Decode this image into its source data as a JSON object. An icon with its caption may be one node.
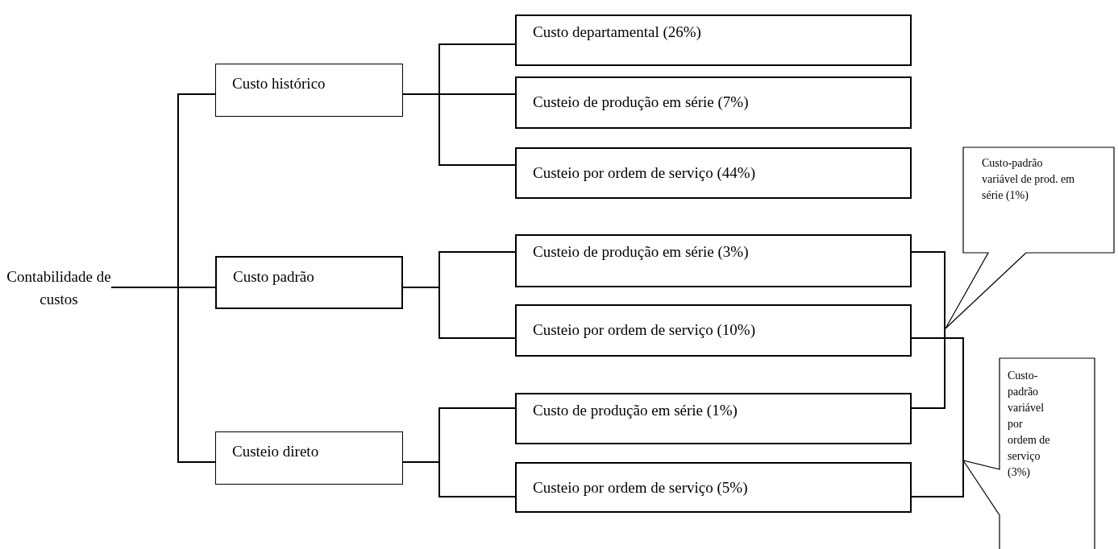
{
  "diagram": {
    "nodes": [
      {
        "text": [
          "Contabilidade de custos"
        ]
      },
      {
        "text": [
          "Custo histórico"
        ]
      },
      {
        "text": [
          "Custo padrão"
        ]
      },
      {
        "text": [
          "Custeio direto"
        ]
      },
      {
        "text": [
          "Custo departamental (26%)"
        ]
      },
      {
        "text": [
          "Custeio de produção em série (7%)"
        ]
      },
      {
        "text": [
          "Custeio por ordem de serviço (44%)"
        ]
      },
      {
        "text": [
          "Custeio de produção em série (3%)"
        ]
      },
      {
        "text": [
          "Custeio por ordem de serviço (10%)"
        ]
      },
      {
        "text": [
          "Custo de produção em série (1%)"
        ]
      },
      {
        "text": [
          "Custeio por ordem de serviço (5%)"
        ]
      },
      {
        "text": [
          "Custo-padrão variável de prod. em série (1%)"
        ]
      },
      {
        "text": [
          "Custo-padrão variável por ordem de serviço (3%)"
        ]
      }
    ],
    "edges": [
      {
        "from": 0,
        "to": 1,
        "arrow": "none"
      },
      {
        "from": 0,
        "to": 2,
        "arrow": "none"
      },
      {
        "from": 0,
        "to": 3,
        "arrow": "none"
      },
      {
        "from": 1,
        "to": 4,
        "arrow": "none"
      },
      {
        "from": 1,
        "to": 5,
        "arrow": "none"
      },
      {
        "from": 1,
        "to": 6,
        "arrow": "none"
      },
      {
        "from": 2,
        "to": 7,
        "arrow": "none"
      },
      {
        "from": 2,
        "to": 8,
        "arrow": "none"
      },
      {
        "from": 3,
        "to": 9,
        "arrow": "none"
      },
      {
        "from": 3,
        "to": 10,
        "arrow": "none"
      },
      {
        "from": 7,
        "to": 9,
        "arrow": "none"
      },
      {
        "from": 8,
        "to": 10,
        "arrow": "none"
      }
    ]
  }
}
